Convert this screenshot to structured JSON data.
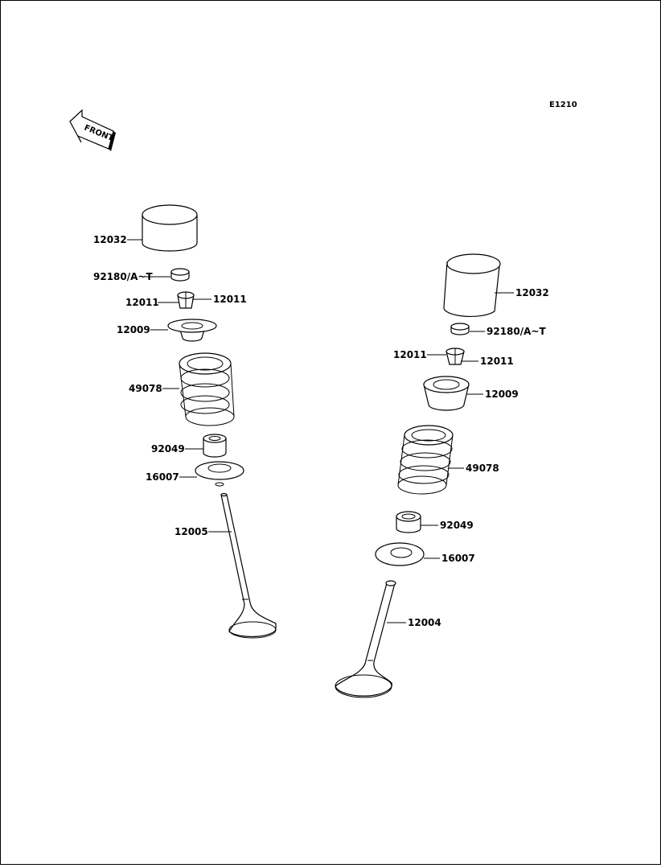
{
  "diagram": {
    "code": "E1210",
    "front_label": "FRONT",
    "left_group": {
      "tappet": "12032",
      "shim": "92180/A~T",
      "cotter_left": "12011",
      "cotter_right": "12011",
      "retainer": "12009",
      "spring": "49078",
      "stem_seal": "92049",
      "spring_seat": "16007",
      "valve": "12005"
    },
    "right_group": {
      "tappet": "12032",
      "shim": "92180/A~T",
      "cotter_left": "12011",
      "cotter_right": "12011",
      "retainer": "12009",
      "spring": "49078",
      "stem_seal": "92049",
      "spring_seat": "16007",
      "valve": "12004"
    }
  }
}
